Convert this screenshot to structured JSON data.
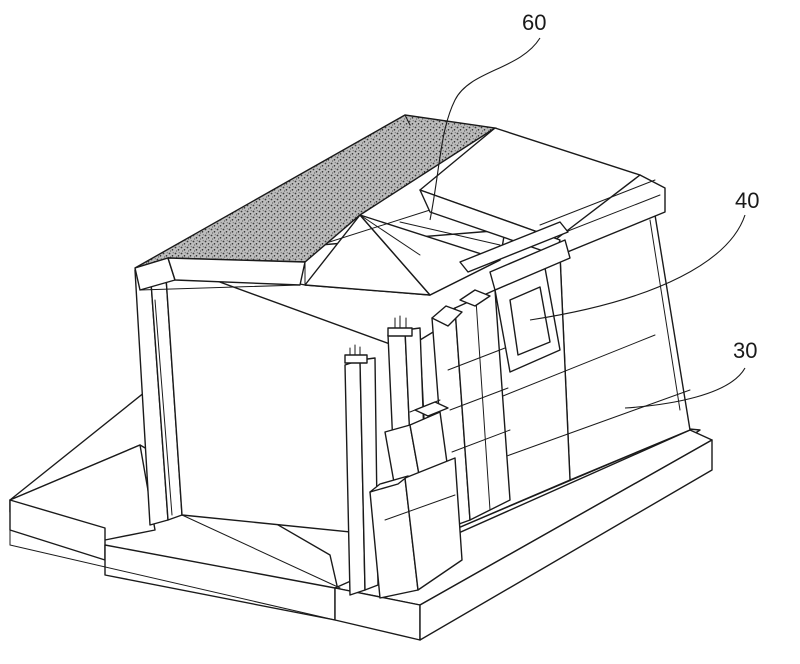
{
  "figure": {
    "ref_numerals": {
      "roof": "60",
      "window": "40",
      "wall": "30"
    },
    "colors": {
      "line": "#1a1a1a",
      "background": "#ffffff",
      "roof_texture": "#555555"
    }
  }
}
